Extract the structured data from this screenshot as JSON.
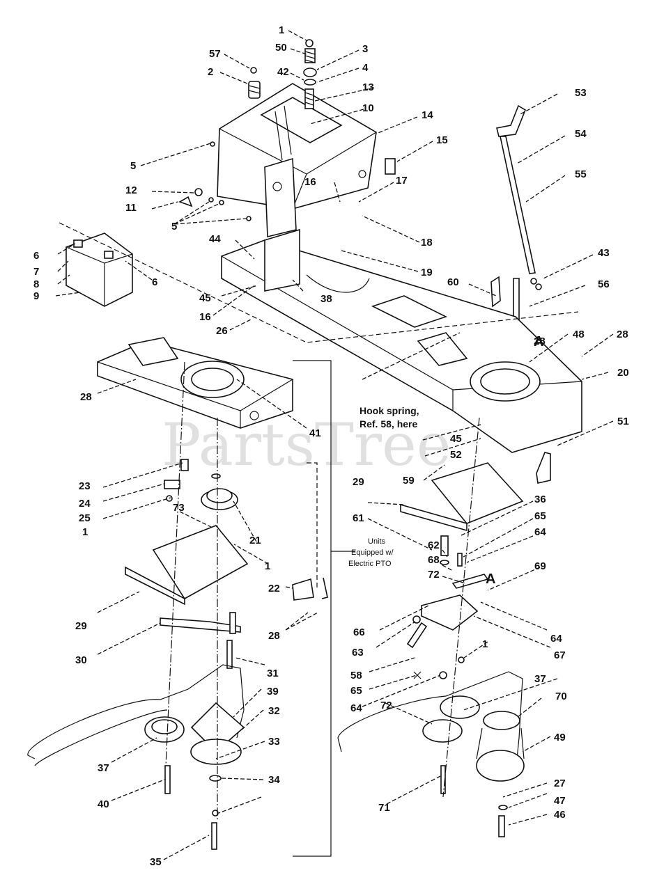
{
  "watermark": "PartsTree",
  "callout_numbers": [
    "1",
    "50",
    "3",
    "57",
    "42",
    "4",
    "2",
    "13",
    "10",
    "53",
    "14",
    "54",
    "15",
    "5",
    "55",
    "12",
    "16",
    "17",
    "11",
    "5",
    "18",
    "44",
    "6",
    "19",
    "7",
    "43",
    "8",
    "6",
    "60",
    "56",
    "45",
    "38",
    "9",
    "16",
    "26",
    "48",
    "28",
    "A",
    "28",
    "20",
    "28",
    "41",
    "45",
    "51",
    "52",
    "59",
    "23",
    "29",
    "24",
    "73",
    "61",
    "36",
    "25",
    "21",
    "65",
    "1",
    "1",
    "64",
    "62",
    "22",
    "68",
    "72",
    "A",
    "69",
    "29",
    "66",
    "64",
    "28",
    "63",
    "67",
    "30",
    "1",
    "31",
    "58",
    "37",
    "39",
    "65",
    "70",
    "32",
    "64",
    "72",
    "33",
    "49",
    "37",
    "27",
    "34",
    "47",
    "40",
    "71",
    "46",
    "35"
  ],
  "notes": {
    "hook_spring": "Hook spring,\nRef. 58, here",
    "hook_spring_line1": "Hook spring,",
    "hook_spring_line2": "Ref. 58, here",
    "units_line1": "Units",
    "units_line2": "Equipped w/",
    "units_line3": "Electric PTO"
  },
  "reference_marks": [
    "A",
    "A"
  ]
}
